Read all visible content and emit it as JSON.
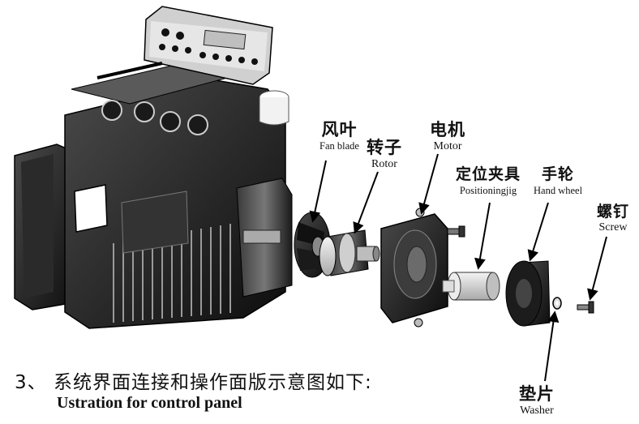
{
  "labels": {
    "fan_blade": {
      "zh": "风叶",
      "en": "Fan blade"
    },
    "rotor": {
      "zh": "转子",
      "en": "Rotor"
    },
    "motor": {
      "zh": "电机",
      "en": "Motor"
    },
    "positioning_jig": {
      "zh": "定位夹具",
      "en": "Positioningjig"
    },
    "hand_wheel": {
      "zh": "手轮",
      "en": "Hand wheel"
    },
    "screw": {
      "zh": "螺钉",
      "en": "Screw"
    },
    "washer": {
      "zh": "垫片",
      "en": "Washer"
    }
  },
  "caption": {
    "chinese": "3、 系统界面连接和操作面版示意图如下:",
    "english": "Ustration for control panel"
  }
}
